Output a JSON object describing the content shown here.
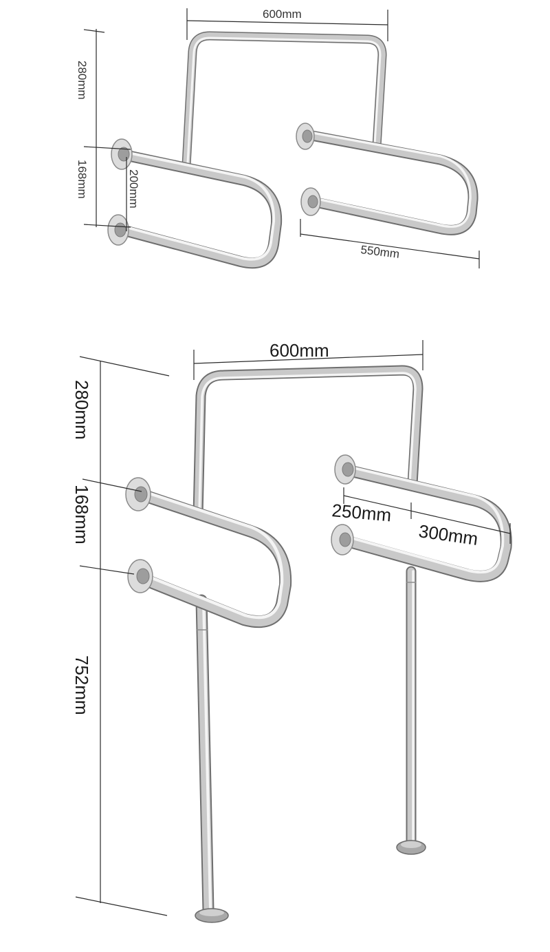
{
  "figure_top": {
    "dimensions": {
      "width_top": "600mm",
      "height_upper": "280mm",
      "height_middle": "168mm",
      "gap_rails": "200mm",
      "depth_right": "550mm"
    }
  },
  "figure_bottom": {
    "dimensions": {
      "width_top": "600mm",
      "height_upper": "280mm",
      "height_middle": "168mm",
      "height_floor": "752mm",
      "depth_inner": "250mm",
      "depth_outer": "300mm"
    }
  },
  "colors": {
    "steel_light": "#f4f4f4",
    "steel_mid": "#c9c9c9",
    "steel_dark": "#6e6e6e",
    "dimension_line": "#2a2a2a",
    "background": "#ffffff"
  }
}
